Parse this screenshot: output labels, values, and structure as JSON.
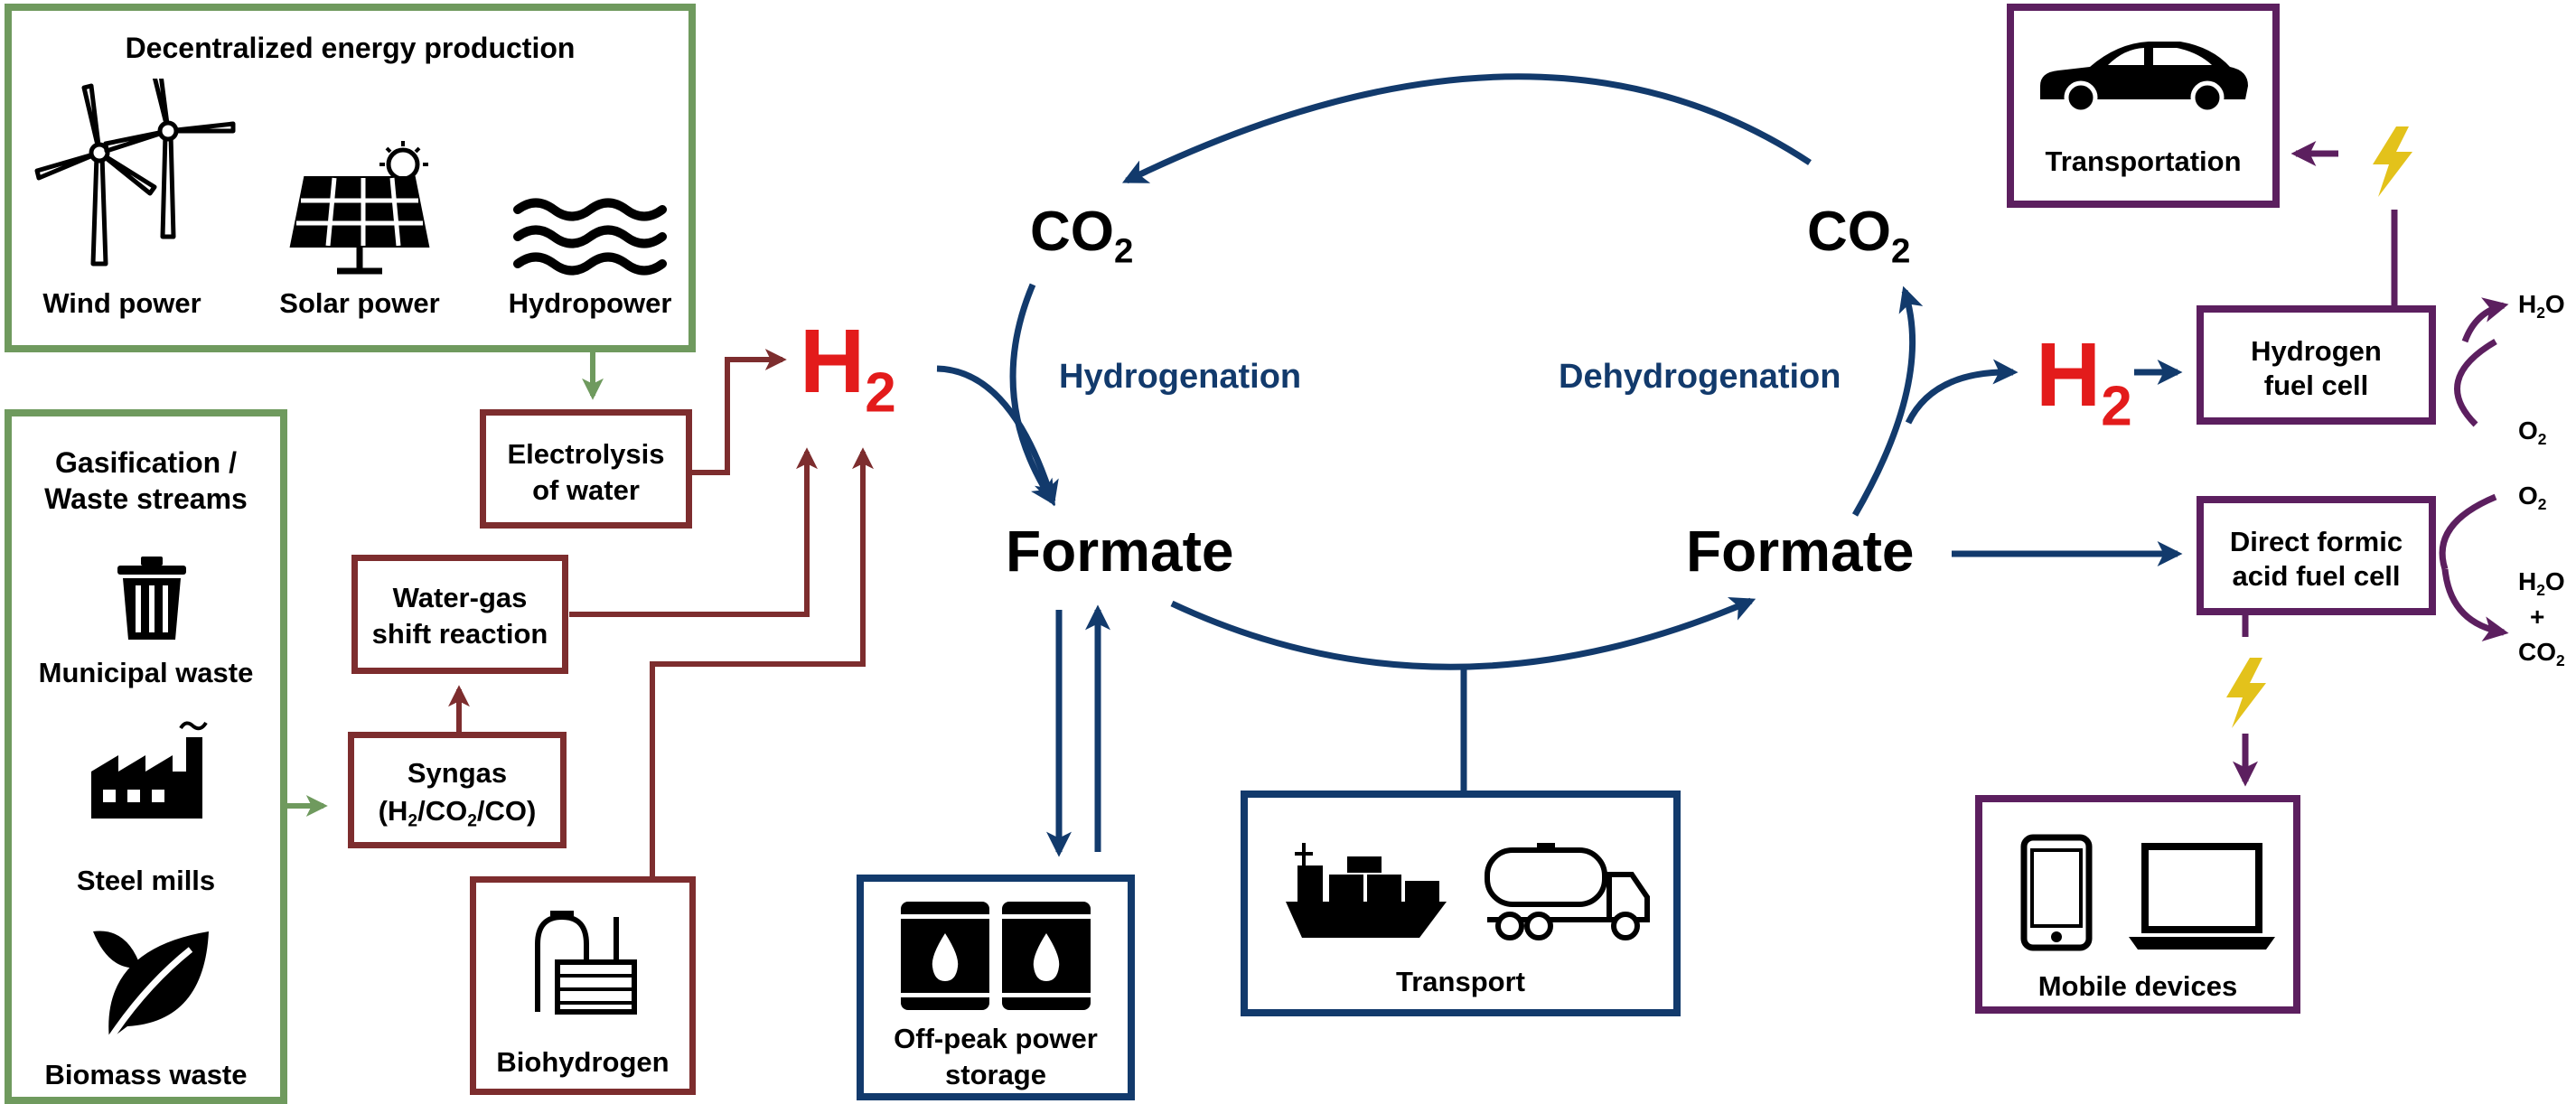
{
  "decentralized": {
    "title": "Decentralized energy production",
    "wind": "Wind power",
    "solar": "Solar power",
    "hydro": "Hydropower"
  },
  "gasification": {
    "title_line1": "Gasification /",
    "title_line2": "Waste streams",
    "municipal": "Municipal waste",
    "steel": "Steel mills",
    "biomass": "Biomass waste"
  },
  "electrolysis": {
    "line1": "Electrolysis",
    "line2": "of water"
  },
  "watergas": {
    "line1": "Water-gas",
    "line2": "shift reaction"
  },
  "syngas": {
    "line1": "Syngas",
    "formula_open": "(H",
    "sub1": "2",
    "slash1": "/CO",
    "sub2": "2",
    "formula_close": "/CO)"
  },
  "biohydrogen": {
    "label": "Biohydrogen"
  },
  "h2": {
    "main": "H",
    "sub": "2"
  },
  "co2": {
    "main": "CO",
    "sub": "2"
  },
  "cycle": {
    "hydrogenation": "Hydrogenation",
    "dehydrogenation": "Dehydrogenation",
    "formate_left": "Formate",
    "formate_right": "Formate"
  },
  "storage": {
    "line1": "Off-peak power",
    "line2": "storage"
  },
  "transport": {
    "label": "Transport"
  },
  "transportation": {
    "label": "Transportation"
  },
  "hfc": {
    "line1": "Hydrogen",
    "line2": "fuel cell"
  },
  "dfafc": {
    "line1": "Direct formic",
    "line2": "acid fuel cell"
  },
  "mobile": {
    "label": "Mobile devices"
  },
  "products": {
    "h2o": "H",
    "h2o_sub": "2",
    "h2o_end": "O",
    "o2": "O",
    "o2_sub": "2",
    "plus": "+",
    "co2": "CO",
    "co2_sub": "2"
  },
  "colors": {
    "green": "#6f9a5e",
    "red": "#7d2d2e",
    "navy": "#123a6c",
    "purple": "#5c1f5f",
    "h2_red": "#e31b1b",
    "bolt": "#e3c21b"
  },
  "icons": [
    "wind-turbine-icon",
    "solar-panel-icon",
    "water-waves-icon",
    "trash-can-icon",
    "factory-icon",
    "leaf-icon",
    "bioreactor-icon",
    "oil-barrel-icon",
    "cargo-ship-icon",
    "tanker-truck-icon",
    "car-icon",
    "lightning-bolt-icon",
    "smartphone-icon",
    "laptop-icon"
  ]
}
